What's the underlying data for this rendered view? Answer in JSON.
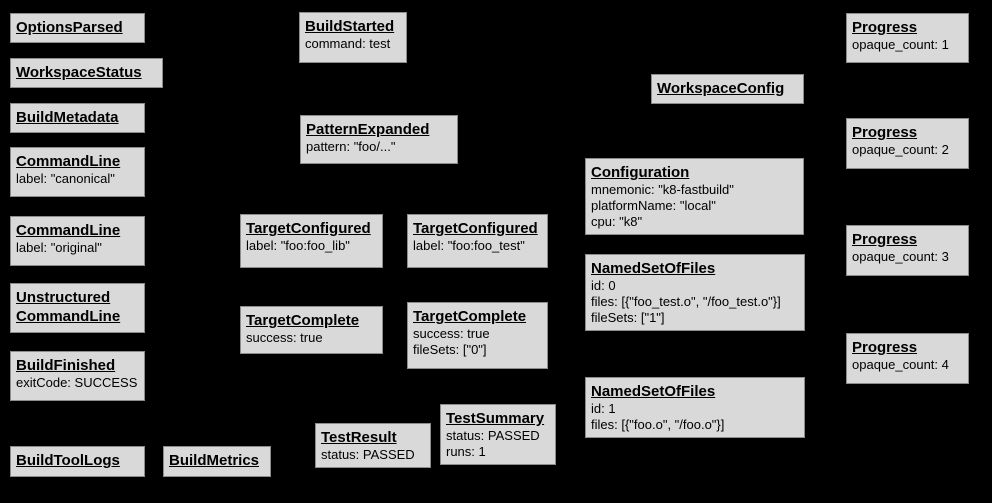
{
  "diagram": {
    "background_color": "#000000",
    "node_fill_color": "#d9d9d9",
    "node_border_color": "#8c8c8c",
    "node_text_color": "#000000"
  },
  "nodes": {
    "options_parsed": {
      "title": "OptionsParsed",
      "lines": []
    },
    "workspace_status": {
      "title": "WorkspaceStatus",
      "lines": []
    },
    "build_metadata": {
      "title": "BuildMetadata",
      "lines": []
    },
    "command_line_canonical": {
      "title": "CommandLine",
      "lines": [
        "label: \"canonical\""
      ]
    },
    "command_line_original": {
      "title": "CommandLine",
      "lines": [
        "label: \"original\""
      ]
    },
    "unstructured_command_line": {
      "title": "Unstructured CommandLine",
      "lines": []
    },
    "build_finished": {
      "title": "BuildFinished",
      "lines": [
        "exitCode: SUCCESS"
      ]
    },
    "build_tool_logs": {
      "title": "BuildToolLogs",
      "lines": []
    },
    "build_metrics": {
      "title": "BuildMetrics",
      "lines": []
    },
    "build_started": {
      "title": "BuildStarted",
      "lines": [
        "command: test"
      ]
    },
    "pattern_expanded": {
      "title": "PatternExpanded",
      "lines": [
        "pattern: \"foo/...\""
      ]
    },
    "target_configured_lib": {
      "title": "TargetConfigured",
      "lines": [
        "label: \"foo:foo_lib\""
      ]
    },
    "target_configured_test": {
      "title": "TargetConfigured",
      "lines": [
        "label: \"foo:foo_test\""
      ]
    },
    "target_complete_lib": {
      "title": "TargetComplete",
      "lines": [
        "success: true"
      ]
    },
    "target_complete_test": {
      "title": "TargetComplete",
      "lines": [
        "success: true",
        "fileSets: [\"0\"]"
      ]
    },
    "test_result": {
      "title": "TestResult",
      "lines": [
        "status: PASSED"
      ]
    },
    "test_summary": {
      "title": "TestSummary",
      "lines": [
        "status: PASSED",
        "runs: 1"
      ]
    },
    "workspace_config": {
      "title": "WorkspaceConfig",
      "lines": []
    },
    "configuration": {
      "title": "Configuration",
      "lines": [
        "mnemonic: \"k8-fastbuild\"",
        "platformName: \"local\"",
        "cpu: \"k8\""
      ]
    },
    "named_set_0": {
      "title": "NamedSetOfFiles",
      "lines": [
        "id: 0",
        "files: [{\"foo_test.o\", \"/foo_test.o\"}]",
        "fileSets: [\"1\"]"
      ]
    },
    "named_set_1": {
      "title": "NamedSetOfFiles",
      "lines": [
        "id: 1",
        "files: [{\"foo.o\", \"/foo.o\"}]"
      ]
    },
    "progress_1": {
      "title": "Progress",
      "lines": [
        "opaque_count: 1"
      ]
    },
    "progress_2": {
      "title": "Progress",
      "lines": [
        "opaque_count: 2"
      ]
    },
    "progress_3": {
      "title": "Progress",
      "lines": [
        "opaque_count: 3"
      ]
    },
    "progress_4": {
      "title": "Progress",
      "lines": [
        "opaque_count: 4"
      ]
    }
  }
}
